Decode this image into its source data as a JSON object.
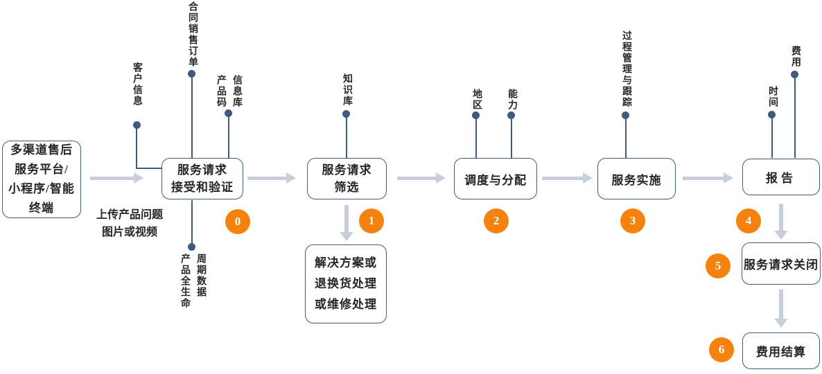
{
  "colors": {
    "box_border": "#3d5c7d",
    "connector": "#3d5c7d",
    "flow_arrow": "#c9cedb",
    "badge": "#f5820e",
    "badge_text": "#ffffff",
    "text": "#262626"
  },
  "source": {
    "label": "多渠道售后\n服务平台/\n小程序/智能\n终端",
    "upload_note": "上传产品问题\n图片或视频"
  },
  "steps": [
    {
      "num": "0",
      "label": "服务请求\n接受和验证"
    },
    {
      "num": "1",
      "label": "服务请求\n筛选"
    },
    {
      "num": "2",
      "label": "调度与分配"
    },
    {
      "num": "3",
      "label": "服务实施"
    },
    {
      "num": "4",
      "label": "报告"
    },
    {
      "num": "5",
      "label": "服务请求关闭"
    },
    {
      "num": "6",
      "label": "费用结算"
    }
  ],
  "outcome_box": {
    "label": "解决方案或\n退换货处理\n或维修处理"
  },
  "data_inputs": [
    {
      "label": "客户信息"
    },
    {
      "label": "合同销售订单"
    },
    {
      "label": "产品码信息库"
    },
    {
      "label": "知识库"
    },
    {
      "label": "地区"
    },
    {
      "label": "能力"
    },
    {
      "label": "过程管理与跟踪"
    },
    {
      "label": "时间"
    },
    {
      "label": "费用"
    },
    {
      "label": "产品全生命周期数据"
    }
  ]
}
